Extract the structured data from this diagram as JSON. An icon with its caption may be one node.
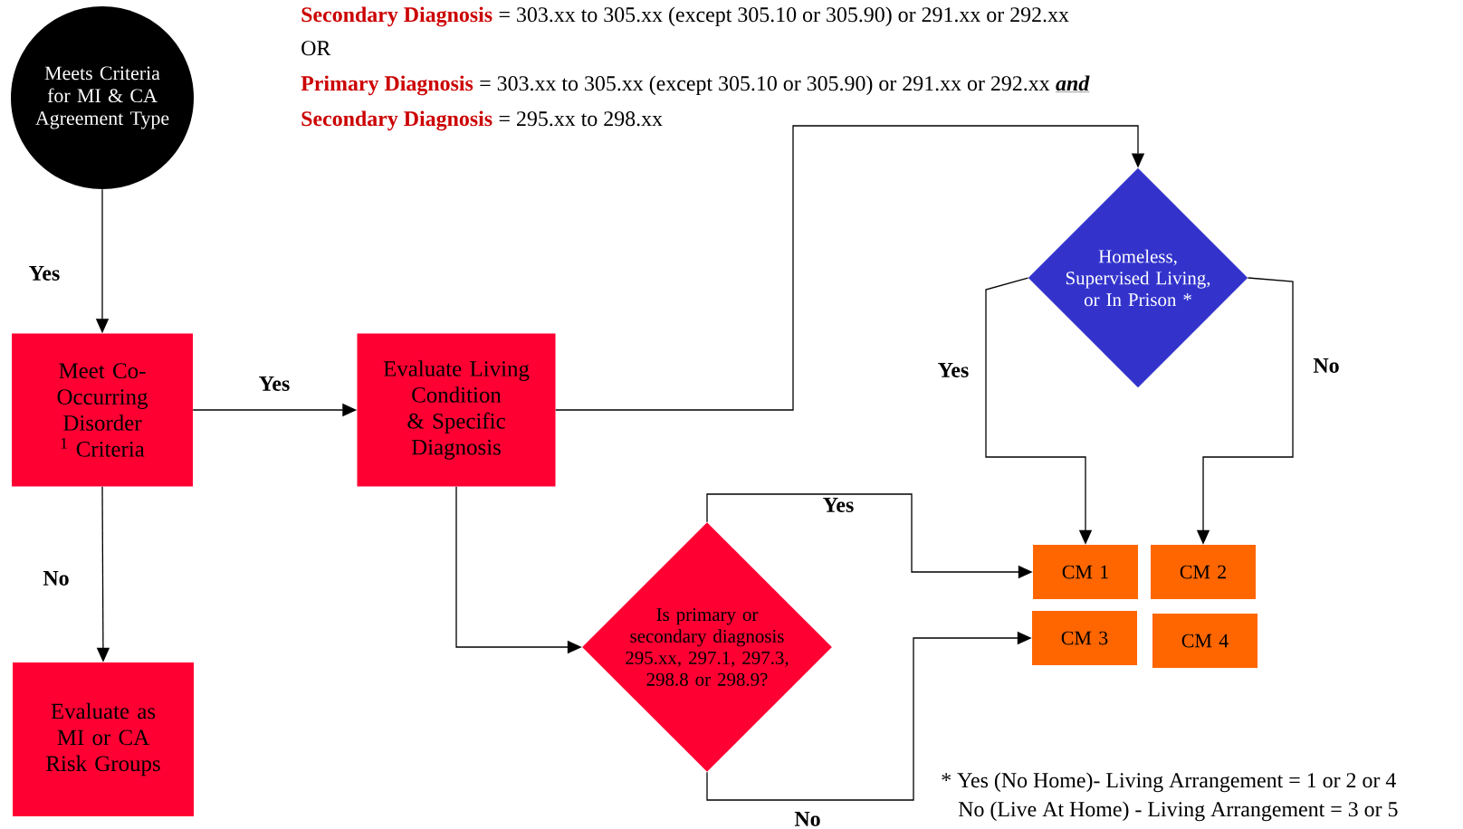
{
  "diagram": {
    "nodes": [
      {
        "text": [
          "Meets Criteria for MI & CA Agreement Type"
        ]
      },
      {
        "text": [
          "Meet Co-Occurring Disorder $^{1}$ Criteria"
        ]
      },
      {
        "text": [
          "Evaluate Living Condition & Specific Diagnosis"
        ]
      },
      {
        "text": [
          "Homeless, Supervised Living, or In Prison *"
        ]
      },
      {
        "text": [
          "Is primary or secondary diagnosis 295.xx, 297.1, 297.3, 298.8 or 298.9?"
        ]
      },
      {
        "text": [
          "CM 1"
        ]
      },
      {
        "text": [
          "CM 2"
        ]
      },
      {
        "text": [
          "CM 3"
        ]
      },
      {
        "text": [
          "CM 4"
        ]
      },
      {
        "text": [
          "Evaluate as MI or CA Risk Groups"
        ]
      }
    ],
    "edges": [
      {
        "from": 0,
        "to": 1,
        "arrow": "to",
        "label": "Yes"
      },
      {
        "from": 1,
        "to": 2,
        "arrow": "to",
        "label": "Yes"
      },
      {
        "from": 1,
        "to": 9,
        "arrow": "to",
        "label": "No"
      },
      {
        "from": 2,
        "to": 3,
        "arrow": "to"
      },
      {
        "from": 2,
        "to": 4,
        "arrow": "to"
      },
      {
        "from": 3,
        "to": 5,
        "arrow": "to",
        "label": "Yes"
      },
      {
        "from": 3,
        "to": 6,
        "arrow": "to",
        "label": "No"
      },
      {
        "from": 4,
        "to": 5,
        "arrow": "to",
        "label": "Yes"
      },
      {
        "from": 4,
        "to": 7,
        "arrow": "to",
        "label": "No"
      }
    ],
    "labels": [
      "Secondary Diagnosis",
      "= 303.xx to 305.xx (except 305.10 or 305.90) or 291.xx or 292.xx",
      "OR",
      "Primary Diagnosis",
      "= 303.xx to 305.xx (except 305.10 or 305.90) or 291.xx or 292.xx",
      "and",
      "Secondary Diagnosis",
      "= 295.xx to 298.xx",
      "* Yes (No Home)- Living Arrangement = 1 or 2 or 4",
      "No (Live At Home) - Living Arrangement = 3 or 5"
    ]
  }
}
